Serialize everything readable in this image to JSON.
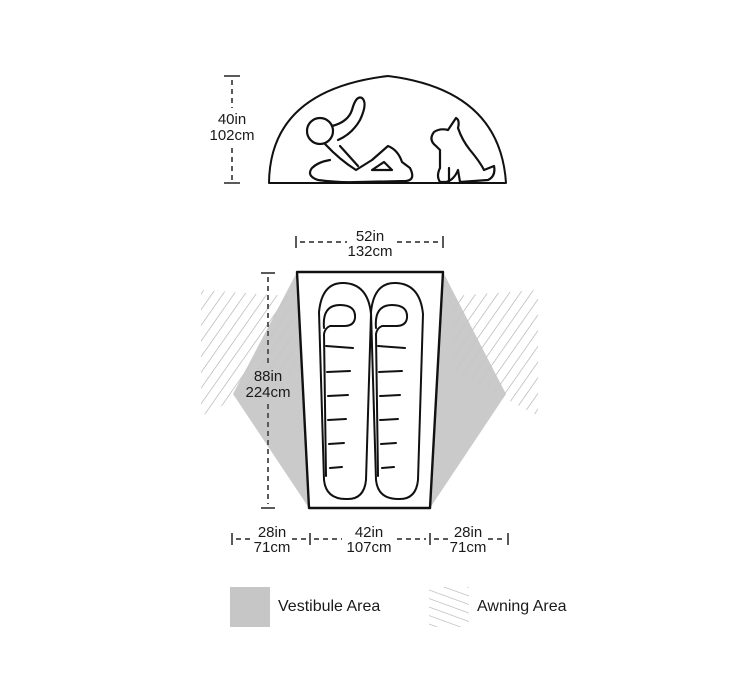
{
  "figure": {
    "type": "tent dimension diagram",
    "colors": {
      "outline": "#111111",
      "vestibule_fill": "#c6c6c6",
      "awning_hatch": "#a8a8a8",
      "dimension_line": "#5a5a5a",
      "background": "#ffffff"
    }
  },
  "side_view": {
    "height": {
      "in": "40in",
      "cm": "102cm"
    },
    "figures": [
      "person-reclining",
      "dog-sitting"
    ]
  },
  "floor_plan": {
    "head_width": {
      "in": "52in",
      "cm": "132cm"
    },
    "length": {
      "in": "88in",
      "cm": "224cm"
    },
    "bottom_dims": [
      {
        "label": "left-vestibule",
        "in": "28in",
        "cm": "71cm"
      },
      {
        "label": "foot-width",
        "in": "42in",
        "cm": "107cm"
      },
      {
        "label": "right-vestibule",
        "in": "28in",
        "cm": "71cm"
      }
    ],
    "sleeping_bags": 2
  },
  "legend": {
    "items": [
      {
        "label": "Vestibule Area",
        "swatch": "solid-gray"
      },
      {
        "label": "Awning Area",
        "swatch": "hatched"
      }
    ]
  }
}
